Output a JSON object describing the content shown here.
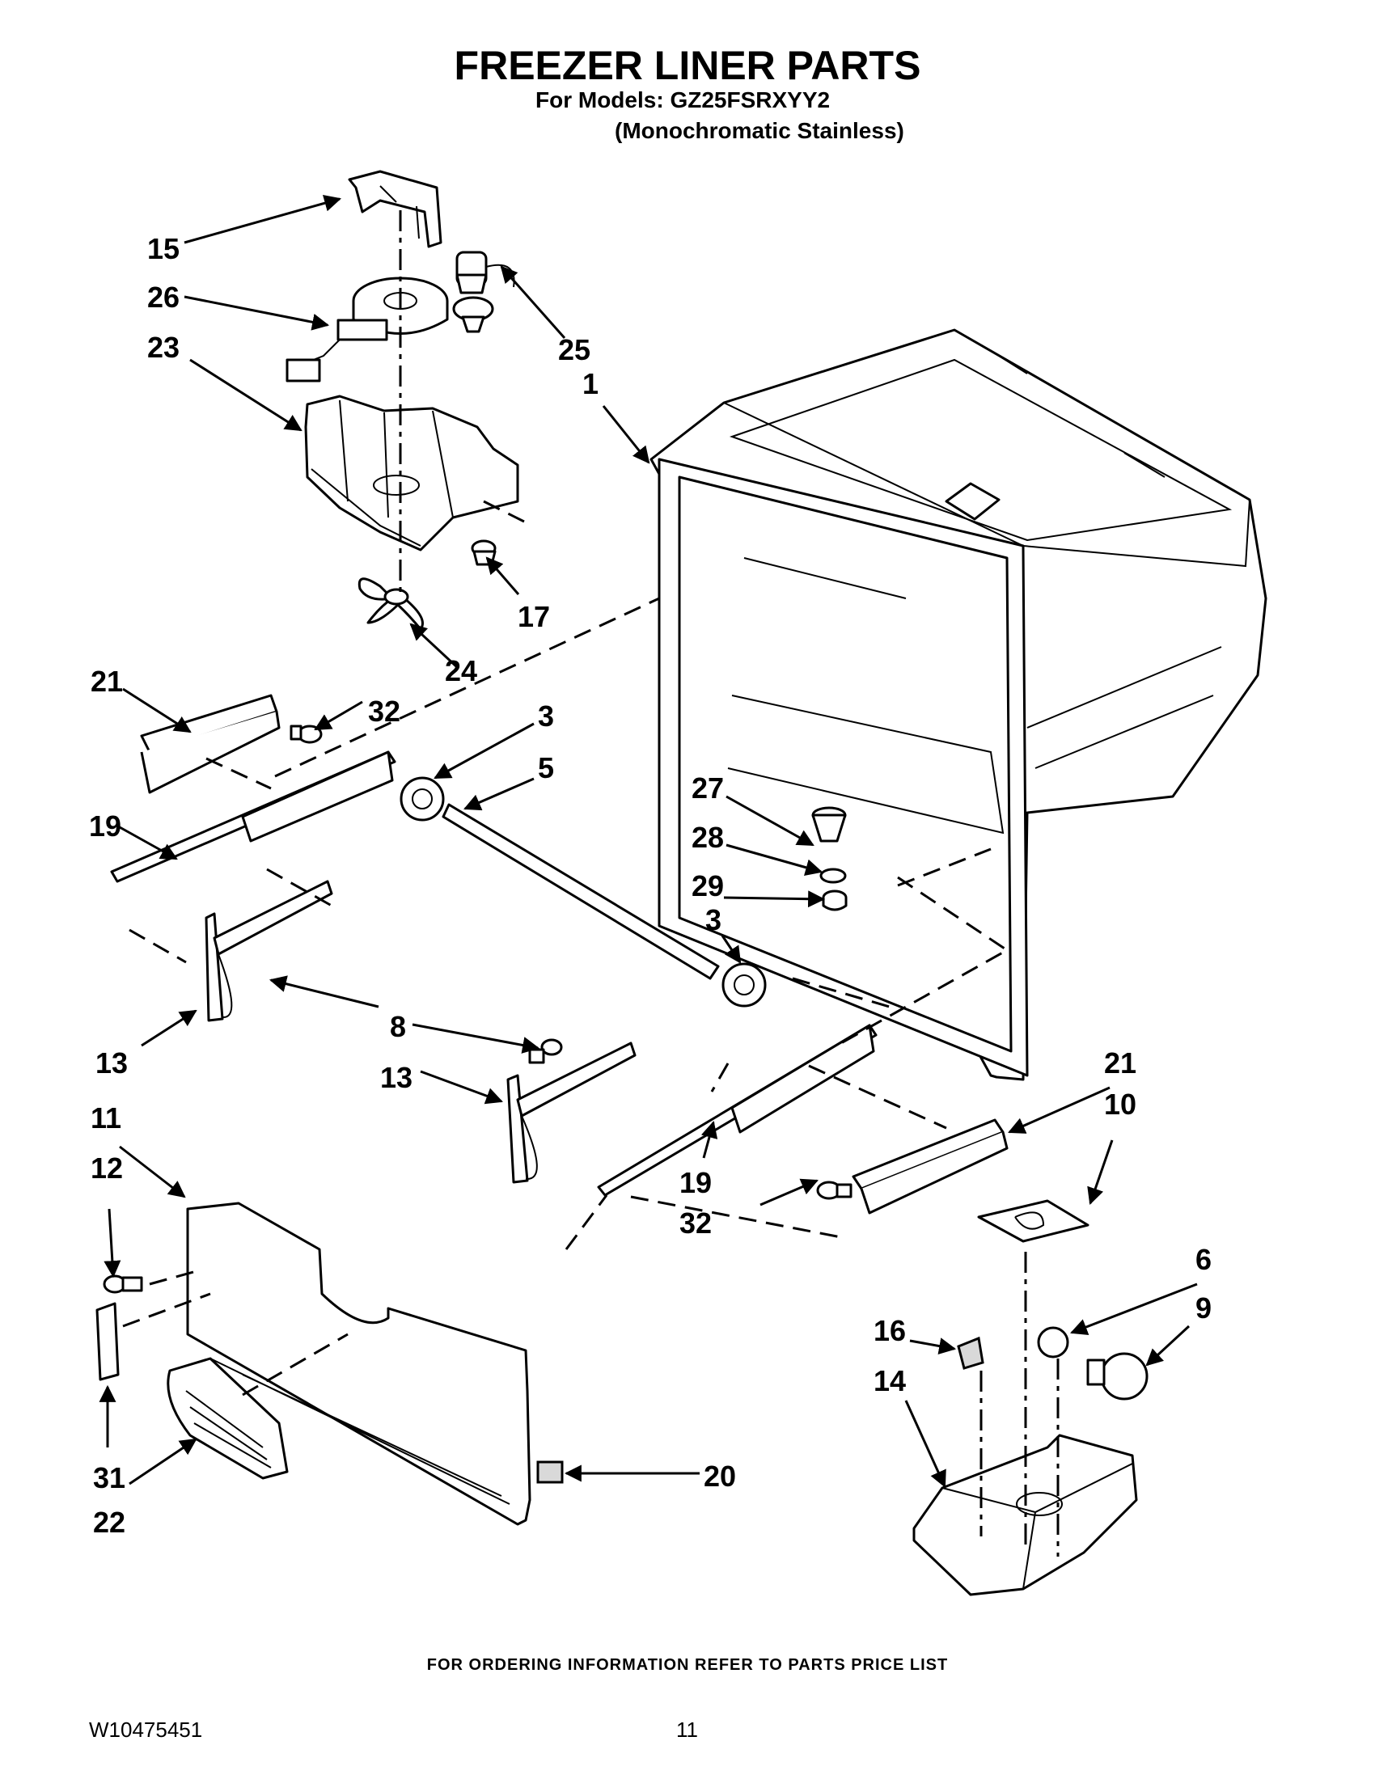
{
  "header": {
    "title": "FREEZER LINER PARTS",
    "models": "For Models: GZ25FSRXYY2",
    "variant": "(Monochromatic Stainless)"
  },
  "callouts": {
    "c15": "15",
    "c26": "26",
    "c23": "23",
    "c25": "25",
    "c1": "1",
    "c17": "17",
    "c24": "24",
    "c21a": "21",
    "c32a": "32",
    "c3a": "3",
    "c5": "5",
    "c19a": "19",
    "c27": "27",
    "c28": "28",
    "c29": "29",
    "c3b": "3",
    "c13a": "13",
    "c8": "8",
    "c13b": "13",
    "c21b": "21",
    "c10": "10",
    "c11": "11",
    "c12": "12",
    "c19b": "19",
    "c32b": "32",
    "c6": "6",
    "c9": "9",
    "c16": "16",
    "c14": "14",
    "c31": "31",
    "c22": "22",
    "c20": "20"
  },
  "footer": {
    "ordering_note": "FOR ORDERING INFORMATION REFER TO PARTS PRICE LIST",
    "doc_number": "W10475451",
    "page_number": "11"
  }
}
